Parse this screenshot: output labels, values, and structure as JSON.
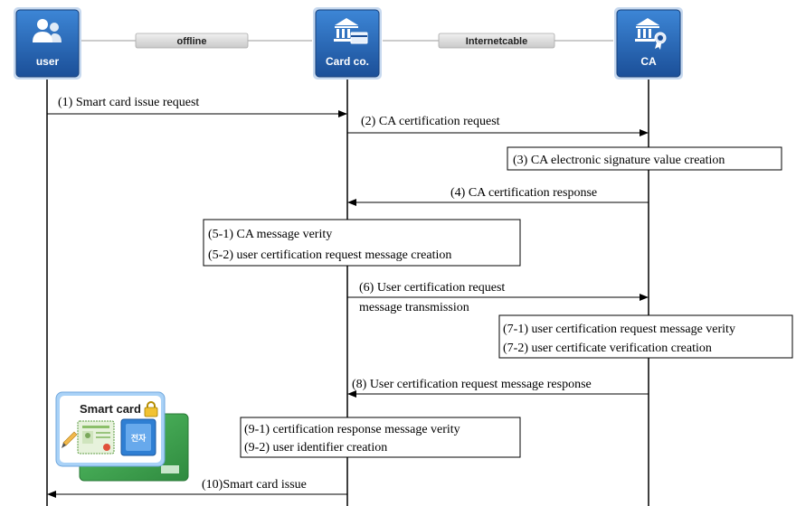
{
  "actors": {
    "user": {
      "label": "user"
    },
    "cardco": {
      "label": "Card co."
    },
    "ca": {
      "label": "CA"
    }
  },
  "links": {
    "offline": "offline",
    "internet": "Internetcable"
  },
  "messages": {
    "m1": "(1) Smart card issue request",
    "m2": "(2) CA certification request",
    "m4": "(4) CA certification response",
    "m6a": "(6) User certification request",
    "m6b": "message transmission",
    "m8": "(8) User certification request message response",
    "m10": "(10)Smart card issue"
  },
  "notes": {
    "n3": "(3) CA electronic signature value creation",
    "n51": "(5-1) CA message verity",
    "n52": "(5-2) user certification request message creation",
    "n71": "(7-1) user certification request message verity",
    "n72": "(7-2) user certificate verification creation",
    "n91": "(9-1) certification response message verity",
    "n92": "(9-2) user identifier  creation"
  },
  "smartcard": {
    "title": "Smart card",
    "chip_text": "전자"
  },
  "colors": {
    "actor_box_top": "#2f6fbf",
    "actor_box_bottom": "#1a4f99",
    "link_pill": "#d9d9d9",
    "card_green": "#3aa34a",
    "card_frame": "#8fc2f0"
  }
}
